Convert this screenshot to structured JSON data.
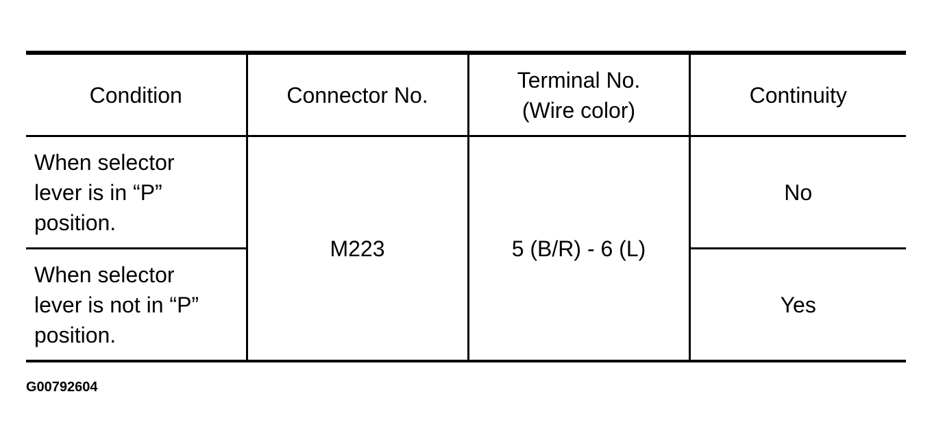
{
  "table": {
    "headers": {
      "condition": "Condition",
      "connector": "Connector No.",
      "terminal_line1": "Terminal No.",
      "terminal_line2": "(Wire color)",
      "continuity": "Continuity"
    },
    "rows": [
      {
        "condition_lines": [
          "When selector",
          "lever is in “P”",
          "position."
        ],
        "continuity": "No"
      },
      {
        "condition_lines": [
          "When selector",
          "lever is not in “P”",
          "position."
        ],
        "continuity": "Yes"
      }
    ],
    "connector": "M223",
    "terminal": "5 (B/R) - 6 (L)"
  },
  "figure_id": "G00792604"
}
